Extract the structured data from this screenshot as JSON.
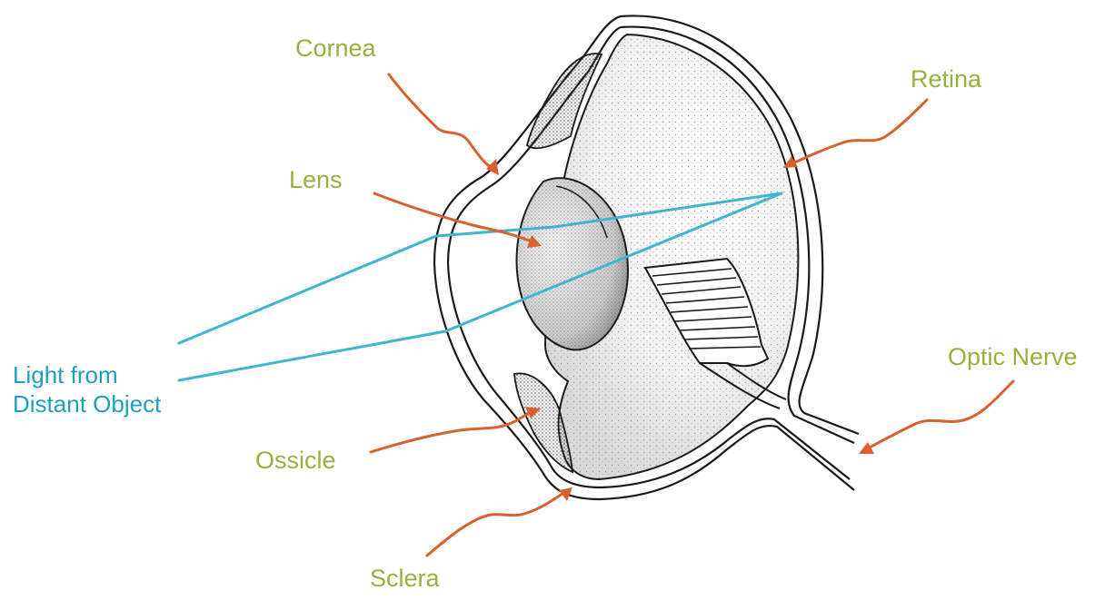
{
  "colors": {
    "label_text": "#97b040",
    "light_text": "#1e9fc4",
    "arrow": "#d9612e",
    "light_ray": "#3fb5cf",
    "outline": "#1a1a1a"
  },
  "labels": {
    "cornea": "Cornea",
    "retina": "Retina",
    "lens": "Lens",
    "optic_nerve": "Optic Nerve",
    "ossicle": "Ossicle",
    "sclera": "Sclera",
    "light_line1": "Light from",
    "light_line2": "Distant Object"
  }
}
